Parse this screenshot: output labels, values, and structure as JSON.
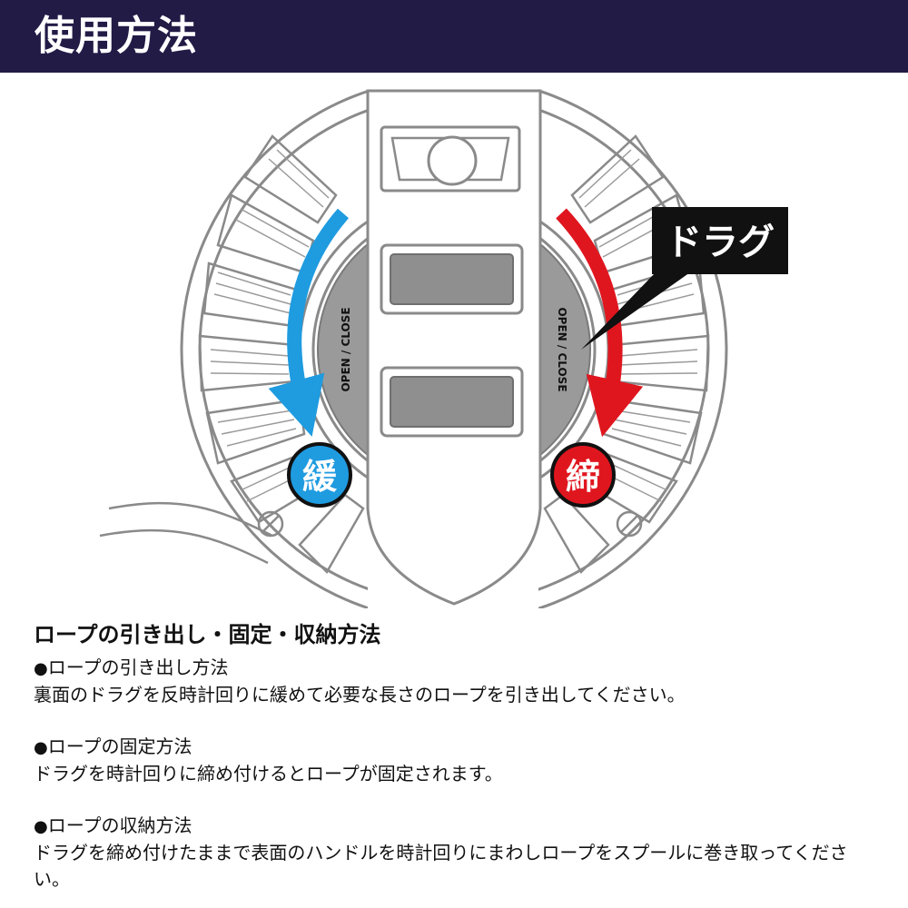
{
  "header": {
    "title": "使用方法"
  },
  "illustration": {
    "drag_callout": "ドラグ",
    "loosen_label": "緩",
    "tighten_label": "締",
    "hub_text": "OPEN / CLOSE",
    "colors": {
      "loosen_arrow": "#1f9be0",
      "tighten_arrow": "#e0161f",
      "hub": "#9a9a9a",
      "line": "#8a8a8a",
      "callout_bg": "#111111"
    }
  },
  "content": {
    "heading": "ロープの引き出し・固定・収納方法",
    "sections": [
      {
        "bullet": "●",
        "title": "ロープの引き出し方法",
        "body": "裏面のドラグを反時計回りに緩めて必要な長さのロープを引き出してください。"
      },
      {
        "bullet": "●",
        "title": "ロープの固定方法",
        "body": "ドラグを時計回りに締め付けるとロープが固定されます。"
      },
      {
        "bullet": "●",
        "title": "ロープの収納方法",
        "body": "ドラグを締め付けたままで表面のハンドルを時計回りにまわしロープをスプールに巻き取ってください。"
      }
    ]
  }
}
